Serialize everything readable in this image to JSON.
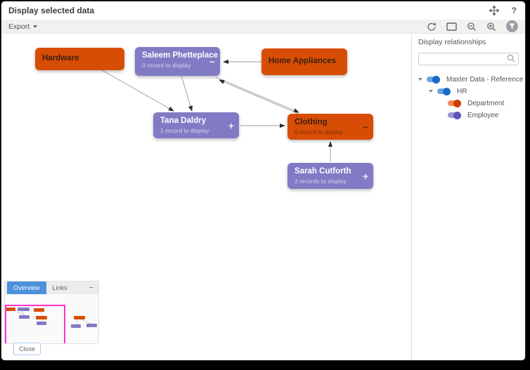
{
  "window": {
    "title": "Display selected data",
    "help_label": "?"
  },
  "toolbar": {
    "export_label": "Export"
  },
  "graph": {
    "nodes": [
      {
        "label": "Hardware",
        "type": "department"
      },
      {
        "label": "Saleem Phetteplace",
        "sublabel": "0 record to display",
        "type": "employee",
        "action": "−"
      },
      {
        "label": "Home Appliances",
        "type": "department"
      },
      {
        "label": "Tana Daldry",
        "sublabel": "1 record to display",
        "type": "employee",
        "action": "+"
      },
      {
        "label": "Clothing",
        "sublabel": "0 record to display",
        "type": "department",
        "action": "−"
      },
      {
        "label": "Sarah Cutforth",
        "sublabel": "2 records to display",
        "type": "employee",
        "action": "+"
      }
    ],
    "edges": [
      {
        "from": "Hardware",
        "to": "Tana Daldry"
      },
      {
        "from": "Saleem Phetteplace",
        "to": "Tana Daldry"
      },
      {
        "from": "Home Appliances",
        "to": "Saleem Phetteplace"
      },
      {
        "from": "Saleem Phetteplace",
        "to": "Clothing"
      },
      {
        "from": "Clothing",
        "to": "Saleem Phetteplace"
      },
      {
        "from": "Tana Daldry",
        "to": "Clothing"
      },
      {
        "from": "Sarah Cutforth",
        "to": "Clothing"
      }
    ]
  },
  "sidebar": {
    "title": "Display relationships",
    "search_placeholder": "",
    "tree": [
      {
        "label": "Master Data - Reference",
        "toggle": "blue",
        "expanded": true
      },
      {
        "label": "HR",
        "toggle": "blue",
        "expanded": true
      },
      {
        "label": "Department",
        "toggle": "orange"
      },
      {
        "label": "Employee",
        "toggle": "purple"
      }
    ]
  },
  "overview_panel": {
    "tabs": [
      {
        "label": "Overview",
        "active": true
      },
      {
        "label": "Links",
        "active": false
      }
    ],
    "minimize_label": "−",
    "close_label": "Close"
  },
  "colors": {
    "department_orange": "#d84d05",
    "employee_purple": "#817bc5",
    "active_tab_blue": "#4d90dc",
    "viewport_magenta": "#ff33cc",
    "toggle_blue": "#1a6ac9",
    "toggle_orange": "#cc3d00",
    "toggle_purple": "#5f55b8"
  }
}
